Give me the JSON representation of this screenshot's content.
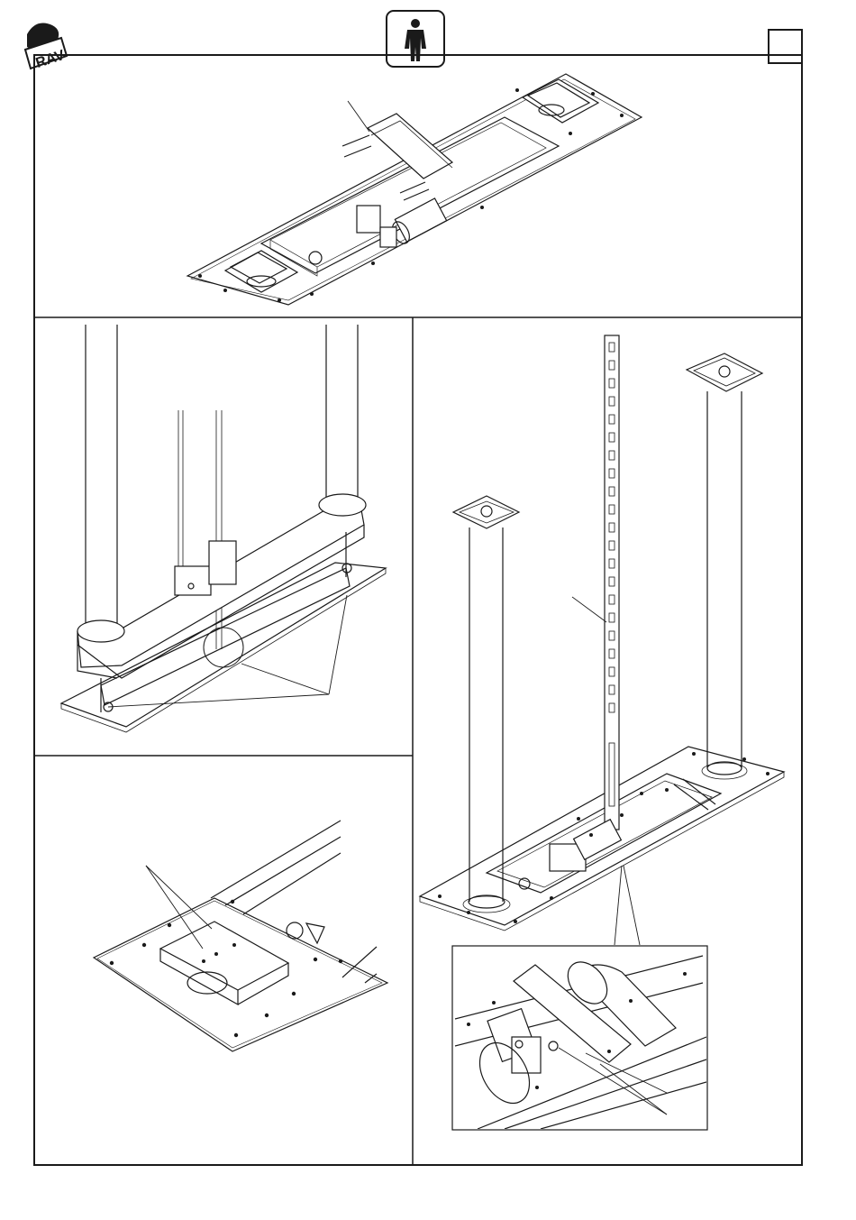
{
  "header": {
    "logo_text": "RAV",
    "person_icon": "operator-person-icon",
    "page_box_text": ""
  },
  "panels": {
    "top": {
      "icon": "lift-base-frame-drawing"
    },
    "middle_left": {
      "icon": "lift-crossbeam-drawing"
    },
    "bottom_left": {
      "icon": "base-plate-detail-drawing"
    },
    "right": {
      "icon": "column-assembly-drawing",
      "inset_icon": "hydraulic-unit-detail-drawing"
    }
  },
  "colors": {
    "line": "#1a1a1a",
    "paper": "#ffffff",
    "grey": "#8c8c8c"
  }
}
